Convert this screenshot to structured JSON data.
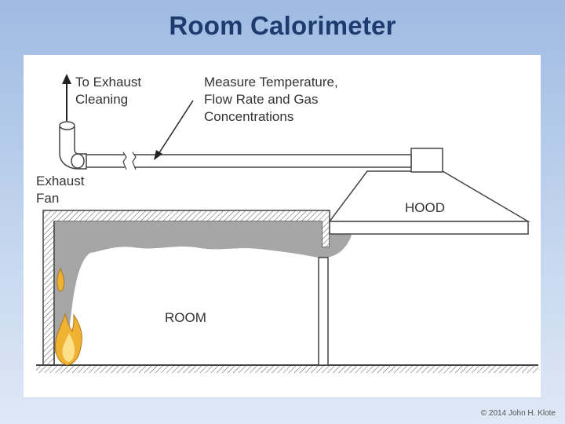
{
  "title": "Room Calorimeter",
  "labels": {
    "to_exhaust_line1": "To Exhaust",
    "to_exhaust_line2": "Cleaning",
    "measure_line1": "Measure Temperature,",
    "measure_line2": "Flow Rate and Gas",
    "measure_line3": "Concentrations",
    "exhaust_fan_line1": "Exhaust",
    "exhaust_fan_line2": "Fan",
    "hood": "HOOD",
    "room": "ROOM"
  },
  "copyright": "© 2014 John H. Klote",
  "colors": {
    "title": "#1e3a6e",
    "smoke": "#a6a6a6",
    "flame_outer": "#f0b233",
    "flame_inner": "#fde08a",
    "line": "#444444"
  }
}
